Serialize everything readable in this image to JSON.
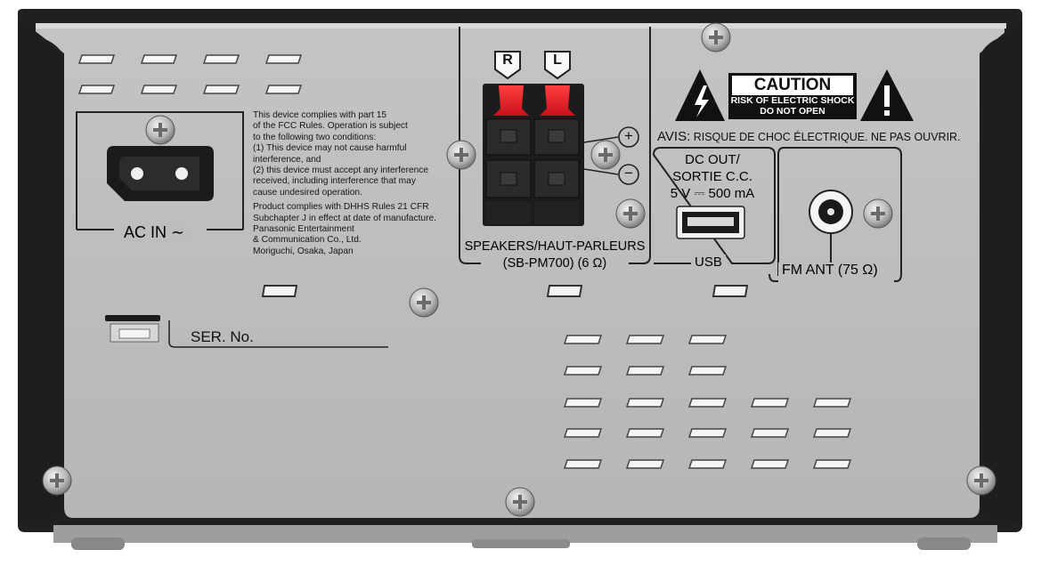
{
  "ac_inlet": {
    "label": "AC IN ∼"
  },
  "fcc_notice": {
    "lines": [
      "This device complies with part 15",
      "of the FCC Rules. Operation is subject",
      "to the following two conditions:",
      "(1) This device may not cause harmful",
      "interference, and",
      "(2) this device must accept any interference",
      "received, including interference that may",
      "cause undesired operation."
    ],
    "dhhs_lines": [
      "Product complies with DHHS Rules 21 CFR",
      "Subchapter J in effect at date of manufacture.",
      "Panasonic Entertainment",
      "& Communication Co., Ltd.",
      "Moriguchi, Osaka, Japan"
    ]
  },
  "serial": {
    "label": "SER. No."
  },
  "speakers": {
    "right_tag": "R",
    "left_tag": "L",
    "plus": "+",
    "minus": "−",
    "label_line1": "SPEAKERS/HAUT-PARLEURS",
    "label_line2": "(SB-PM700) (6 Ω)"
  },
  "caution": {
    "title": "CAUTION",
    "line1": "RISK OF ELECTRIC SHOCK",
    "line2": "DO NOT OPEN",
    "avis_prefix": "AVIS:",
    "avis_text": " RISQUE DE CHOC ÉLECTRIQUE. NE PAS OUVRIR."
  },
  "dc_out": {
    "line1": "DC OUT/",
    "line2": "SORTIE C.C.",
    "line3": "5 V ⎓ 500 mA",
    "port_label": "USB"
  },
  "fm_antenna": {
    "label": "FM ANT (75 Ω)"
  },
  "colors": {
    "panel": "#bdbdbd",
    "chassis": "#232323",
    "terminal_red": "#e8202a",
    "text": "#111111"
  }
}
